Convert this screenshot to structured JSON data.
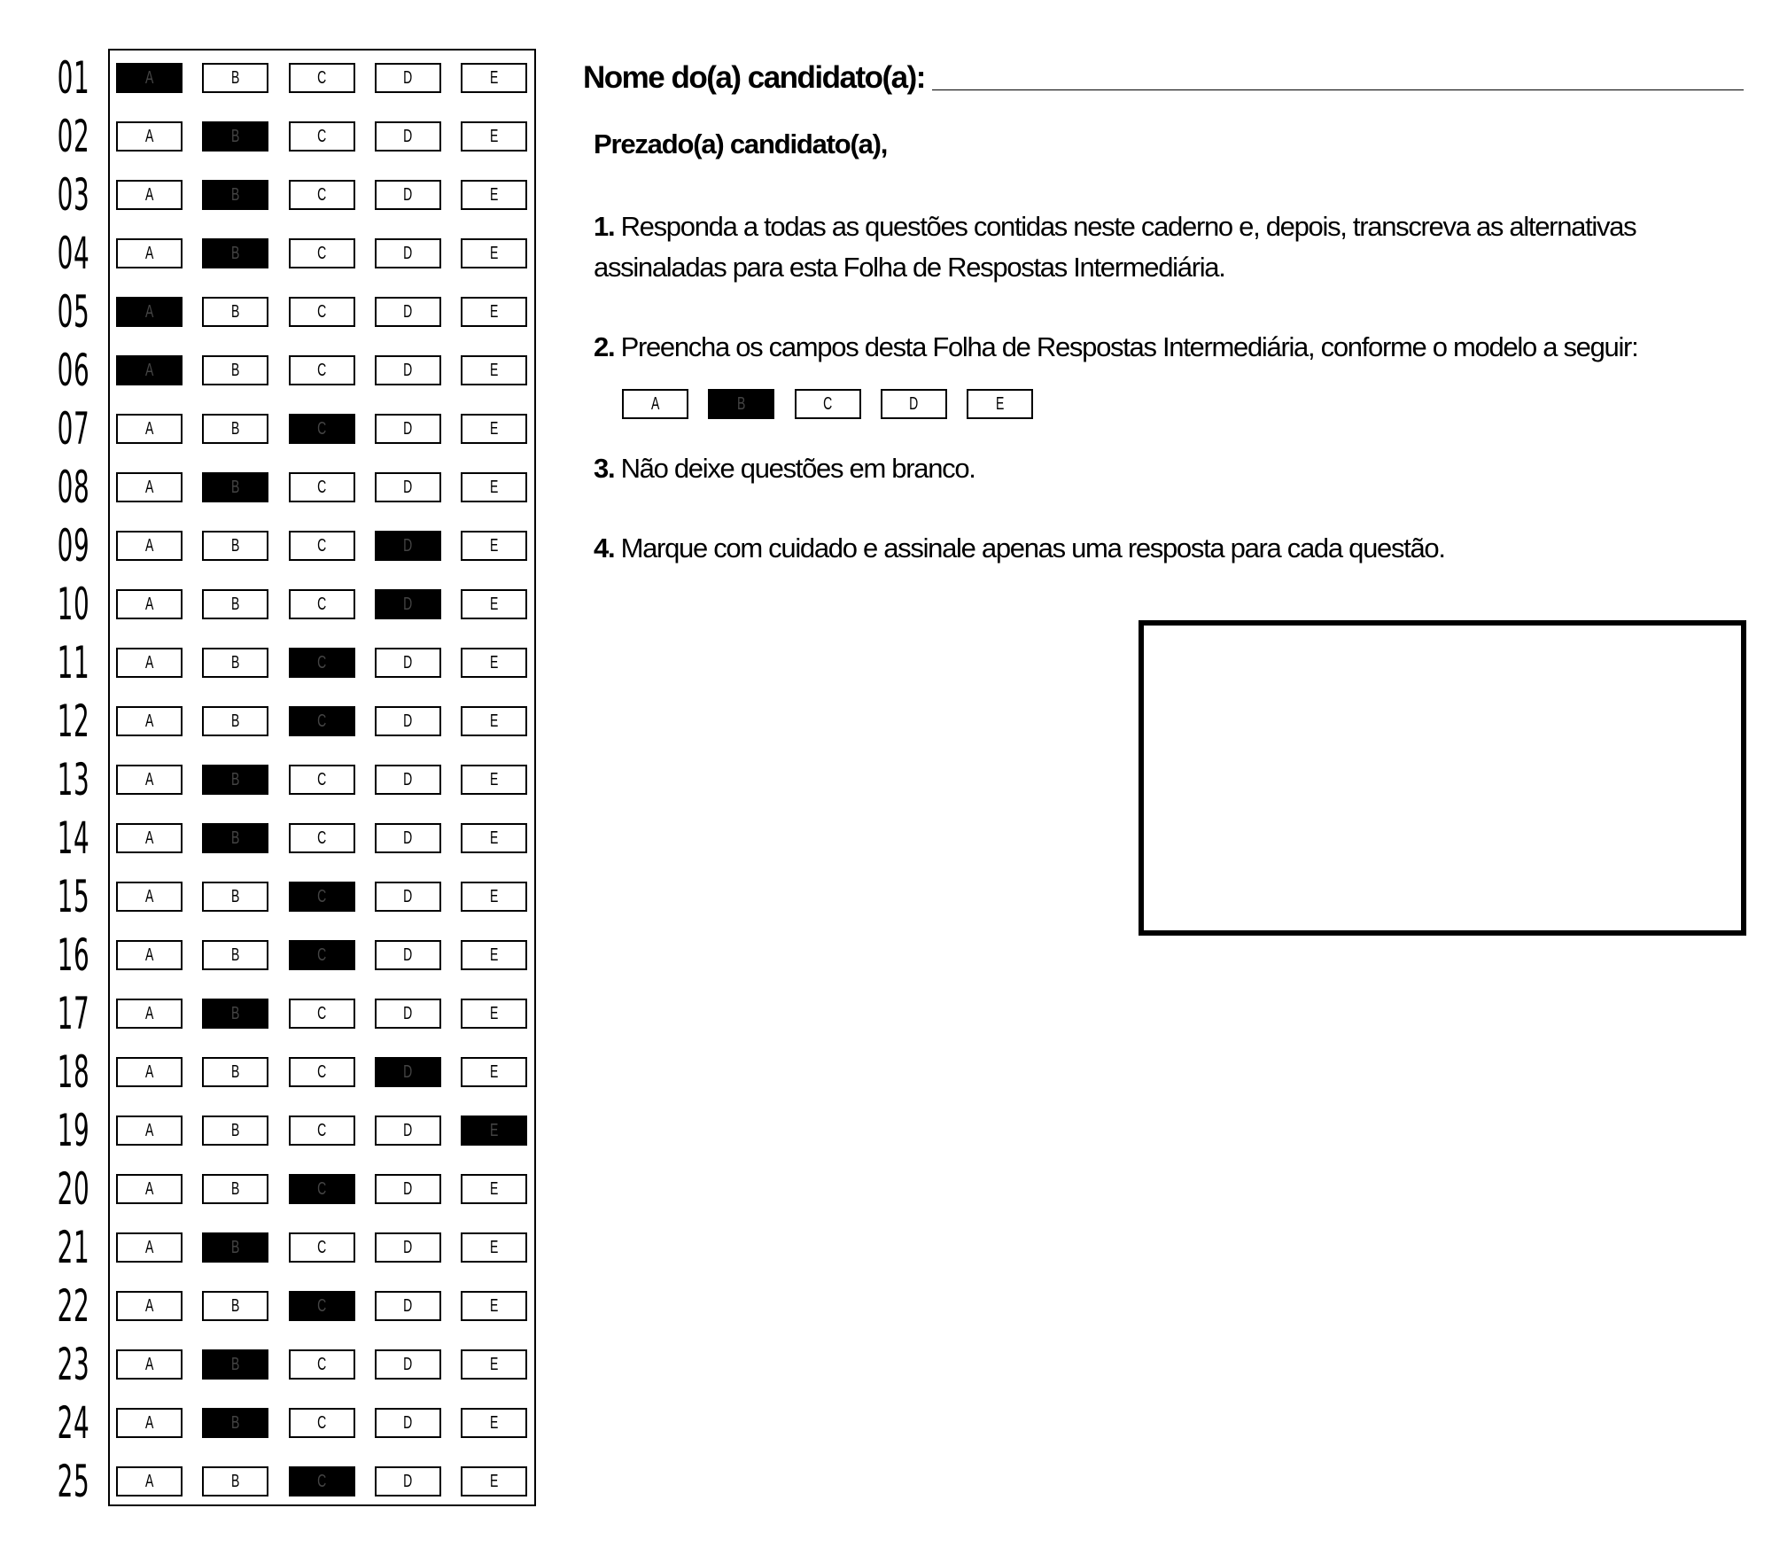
{
  "header": {
    "name_label": "Nome do(a) candidato(a):"
  },
  "greeting": "Prezado(a) candidato(a),",
  "instructions": [
    {
      "num": "1.",
      "text": "Responda a todas as questões contidas neste caderno e, depois, transcreva as alternativas assinaladas para esta Folha de Respostas Intermediária."
    },
    {
      "num": "2.",
      "text": "Preencha os campos desta Folha de Respostas Intermediária, conforme o modelo a seguir:"
    },
    {
      "num": "3.",
      "text": "Não deixe questões em branco."
    },
    {
      "num": "4.",
      "text": "Marque com cuidado e assinale apenas uma resposta para cada questão."
    }
  ],
  "options": [
    "A",
    "B",
    "C",
    "D",
    "E"
  ],
  "model_example": {
    "marked": "B"
  },
  "answers": [
    {
      "q": "01",
      "marked": "A"
    },
    {
      "q": "02",
      "marked": "B"
    },
    {
      "q": "03",
      "marked": "B"
    },
    {
      "q": "04",
      "marked": "B"
    },
    {
      "q": "05",
      "marked": "A"
    },
    {
      "q": "06",
      "marked": "A"
    },
    {
      "q": "07",
      "marked": "C"
    },
    {
      "q": "08",
      "marked": "B"
    },
    {
      "q": "09",
      "marked": "D"
    },
    {
      "q": "10",
      "marked": "D"
    },
    {
      "q": "11",
      "marked": "C"
    },
    {
      "q": "12",
      "marked": "C"
    },
    {
      "q": "13",
      "marked": "B"
    },
    {
      "q": "14",
      "marked": "B"
    },
    {
      "q": "15",
      "marked": "C"
    },
    {
      "q": "16",
      "marked": "C"
    },
    {
      "q": "17",
      "marked": "B"
    },
    {
      "q": "18",
      "marked": "D"
    },
    {
      "q": "19",
      "marked": "E"
    },
    {
      "q": "20",
      "marked": "C"
    },
    {
      "q": "21",
      "marked": "B"
    },
    {
      "q": "22",
      "marked": "C"
    },
    {
      "q": "23",
      "marked": "B"
    },
    {
      "q": "24",
      "marked": "B"
    },
    {
      "q": "25",
      "marked": "C"
    }
  ],
  "colors": {
    "ink": "#000000",
    "paper": "#ffffff"
  }
}
